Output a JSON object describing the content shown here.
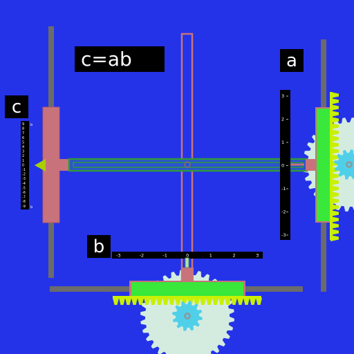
{
  "equation": "c=ab",
  "labels": {
    "a": "a",
    "b": "b",
    "c": "c"
  },
  "scales": {
    "a": {
      "ticks": [
        "3",
        "2",
        "1",
        "0",
        "-1",
        "-2",
        "-3"
      ]
    },
    "b": {
      "ticks": [
        "-3",
        "-2",
        "-1",
        "0",
        "1",
        "2",
        "3"
      ]
    },
    "c": {
      "ticks": [
        "9",
        "8",
        "7",
        "6",
        "5",
        "4",
        "3",
        "2",
        "1",
        "0",
        "-1",
        "-2",
        "-3",
        "-4",
        "-5",
        "-6",
        "-7",
        "-8",
        "-9"
      ]
    }
  },
  "colors": {
    "background": "#2433e8",
    "rail": "#6b6b6b",
    "slider": "#c8737b",
    "rack": "#39e83a",
    "teeth": "#c8f000",
    "gear_large": "#d4ece0",
    "gear_small": "#50d0e8",
    "bar_outline": "#2f9a3a"
  },
  "icons": [
    "gear-icon",
    "pointer-arrow-icon"
  ]
}
